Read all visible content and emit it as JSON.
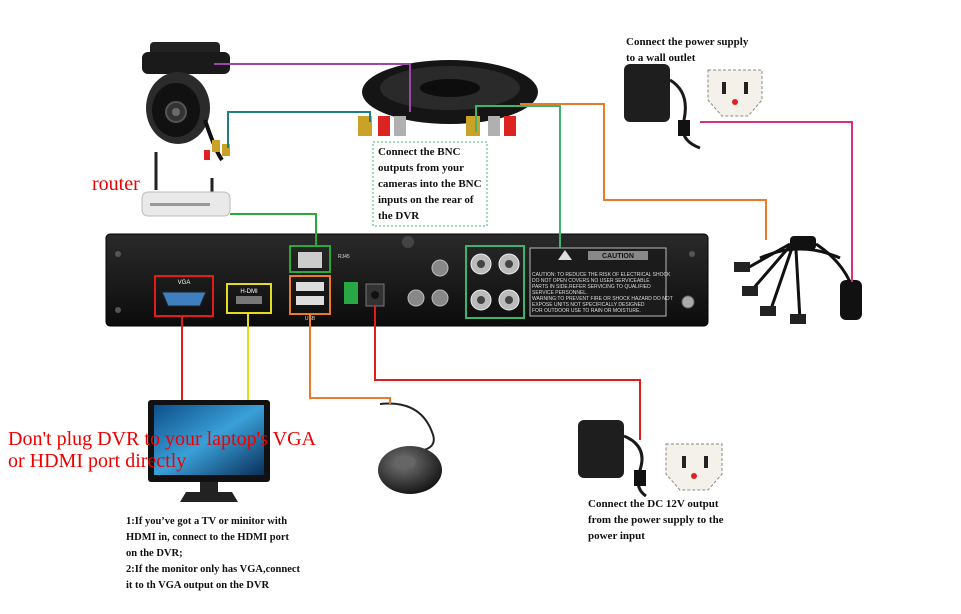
{
  "labels": {
    "router": "router",
    "power_wall": "Connect the power supply\n to a wall outlet",
    "bnc": "Connect the BNC\noutputs from your\ncameras into the BNC\ninputs on the rear of\nthe DVR",
    "dc_power": "Connect the DC 12V output\nfrom the power supply to the\npower input",
    "warning": "Don't plug DVR to your laptop's VGA\nor HDMI port directly",
    "monitor_note": "1:If you’ve got a TV or minitor with\nHDMI in, connect to the HDMI port\non the DVR;\n2:If the monitor only has VGA,connect\nit to th VGA output on the DVR"
  },
  "dvr_panel": {
    "vga": "VGA",
    "hdmi": "H-DMI",
    "rj45": "RJ45",
    "usb": "USB",
    "caution_title": "CAUTION",
    "caution_sub": "RISK OF ELECTRIC SHOCK\nDO NOT OPEN",
    "caution_text": "CAUTION: TO REDUCE THE RISK OF ELECTRICAL SHOCK\nDO NOT OPEN COVERS NO USER SERVICEABLE\nPARTS IN SIDE.REFER SERVICING TO QUALIFIED\nSERVICE PERSONNEL.",
    "warning_text": "WARNING:TO PREVENT FIRE OR SHOCK HAZARD DO NOT\nEXPOSE UNITS NOT SPECIFICALLY DESIGNED\nFOR OUTDOOR USE TO RAIN OR MOISTURE."
  },
  "colors": {
    "camera_power": "#9b4aa8",
    "camera_video": "#1f7f86",
    "network": "#2aa83a",
    "usb": "#ec7a2a",
    "bnc_box": "#3cb371",
    "vga": "#e31b1b",
    "hdmi": "#e6dc1e",
    "wall_power": "#d9307a",
    "dc_power": "#e31b1b"
  }
}
